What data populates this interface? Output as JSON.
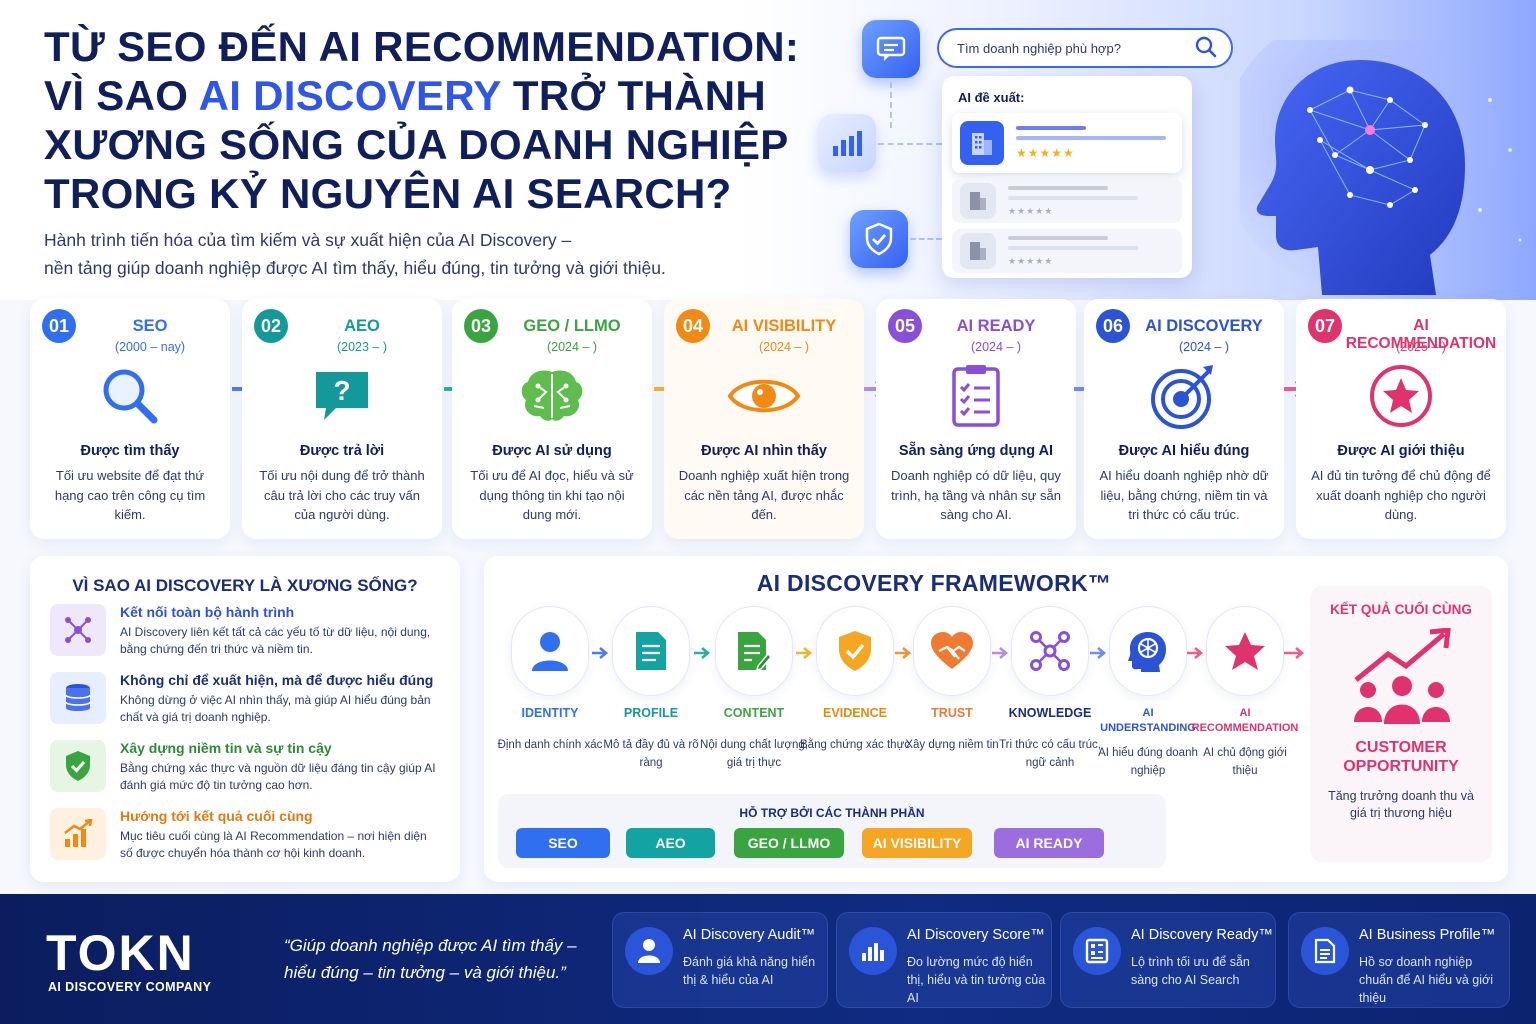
{
  "header": {
    "title_line1": "TỪ SEO ĐẾN AI RECOMMENDATION:",
    "title_line2_pre": "VÌ SAO ",
    "title_line2_highlight": "AI DISCOVERY",
    "title_line2_post": " TRỞ THÀNH",
    "title_line3": "XƯƠNG SỐNG CỦA DOANH NGHIỆP",
    "title_line4": "TRONG KỶ NGUYÊN AI SEARCH?",
    "subtitle_line1": "Hành trình tiến hóa của tìm kiếm và sự xuất hiện của AI Discovery –",
    "subtitle_line2": "nền tảng giúp doanh nghiệp được AI tìm thấy, hiểu đúng, tin tưởng và giới thiệu."
  },
  "hero": {
    "search_placeholder": "Tìm doanh nghiệp phù hợp?",
    "rec_label": "AI đề xuất:",
    "top_stars": "★★★★★",
    "dim_stars": "★★★★★"
  },
  "colors": {
    "seo": "#2f6ff0",
    "aeo": "#14999a",
    "geo": "#3aa540",
    "vis": "#f08a14",
    "ready": "#8a4fd8",
    "disc": "#2c52d6",
    "rec": "#e0336d",
    "navy": "#0f1f5c"
  },
  "steps": [
    {
      "num": "01",
      "name": "SEO",
      "years": "(2000 – nay)",
      "icon": "search-icon",
      "headline": "Được tìm thấy",
      "desc": "Tối ưu website để đạt thứ hạng cao trên công cụ tìm kiếm."
    },
    {
      "num": "02",
      "name": "AEO",
      "years": "(2023 – )",
      "icon": "question-chat-icon",
      "headline": "Được trả lời",
      "desc": "Tối ưu nội dung để trở thành câu trả lời cho các truy vấn của người dùng."
    },
    {
      "num": "03",
      "name": "GEO / LLMO",
      "years": "(2024 – )",
      "icon": "brain-icon",
      "headline": "Được AI sử dụng",
      "desc": "Tối ưu để AI đọc, hiểu và sử dụng thông tin khi tạo nội dung mới."
    },
    {
      "num": "04",
      "name": "AI VISIBILITY",
      "years": "(2024 – )",
      "icon": "eye-icon",
      "headline": "Được AI nhìn thấy",
      "desc": "Doanh nghiệp xuất hiện trong các nền tảng AI, được nhắc đến."
    },
    {
      "num": "05",
      "name": "AI READY",
      "years": "(2024 – )",
      "icon": "checklist-icon",
      "headline": "Sẵn sàng ứng dụng AI",
      "desc": "Doanh nghiệp có dữ liệu, quy trình, hạ tầng và nhân sự sẵn sàng cho AI."
    },
    {
      "num": "06",
      "name": "AI DISCOVERY",
      "years": "(2024 – )",
      "icon": "target-icon",
      "headline": "Được AI hiểu đúng",
      "desc": "AI hiểu doanh nghiệp nhờ dữ liệu, bằng chứng, niềm tin và tri thức có cấu trúc."
    },
    {
      "num": "07",
      "name": "AI RECOMMENDATION",
      "years": "(2025 – )",
      "icon": "star-badge-icon",
      "headline": "Được AI giới thiệu",
      "desc": "AI đủ tin tưởng để chủ động để xuất doanh nghiệp cho người dùng."
    }
  ],
  "why": {
    "title": "VÌ SAO AI DISCOVERY LÀ XƯƠNG SỐNG?",
    "items": [
      {
        "title": "Kết nối toàn bộ hành trình",
        "desc": "AI Discovery liên kết tất cả các yếu tố từ dữ liệu, nội dung, bằng chứng đến tri thức và niềm tin.",
        "icon": "network-icon"
      },
      {
        "title": "Không chỉ để xuất hiện, mà để được hiểu đúng",
        "desc": "Không dừng ở việc AI nhìn thấy, mà giúp AI hiểu đúng bản chất và giá trị doanh nghiệp.",
        "icon": "database-icon"
      },
      {
        "title": "Xây dựng niềm tin và sự tin cậy",
        "desc": "Bằng chứng xác thực và nguồn dữ liệu đáng tin cậy giúp AI đánh giá mức độ tin tưởng cao hơn.",
        "icon": "shield-check-icon"
      },
      {
        "title": "Hướng tới kết quả cuối cùng",
        "desc": "Mục tiêu cuối cùng là AI Recommendation – nơi hiện diện số được chuyển hóa thành cơ hội kinh doanh.",
        "icon": "growth-chart-icon"
      }
    ]
  },
  "framework": {
    "title": "AI DISCOVERY FRAMEWORK™",
    "nodes": [
      {
        "label": "IDENTITY",
        "desc": "Định danh chính xác",
        "icon": "person-icon"
      },
      {
        "label": "PROFILE",
        "desc": "Mô tả đầy đủ và rõ ràng",
        "icon": "document-icon"
      },
      {
        "label": "CONTENT",
        "desc": "Nội dung chất lượng, giá trị thực",
        "icon": "edit-document-icon"
      },
      {
        "label": "EVIDENCE",
        "desc": "Bằng chứng xác thực",
        "icon": "shield-icon"
      },
      {
        "label": "TRUST",
        "desc": "Xây dựng niềm tin",
        "icon": "handshake-heart-icon"
      },
      {
        "label": "KNOWLEDGE",
        "desc": "Tri thức có cấu trúc, ngữ cảnh",
        "icon": "graph-icon"
      },
      {
        "label_1": "AI",
        "label_2": "UNDERSTANDING",
        "desc": "AI hiểu đúng doanh nghiệp",
        "icon": "ai-head-icon"
      },
      {
        "label_1": "AI",
        "label_2": "RECOMMENDATION",
        "desc": "AI chủ động giới thiệu",
        "icon": "star-icon"
      }
    ],
    "support_title": "HỖ TRỢ BỞI CÁC THÀNH PHẦN",
    "support_pills": [
      "SEO",
      "AEO",
      "GEO / LLMO",
      "AI VISIBILITY",
      "AI READY"
    ],
    "result_title": "KẾT QUẢ CUỐI CÙNG",
    "result_head_1": "CUSTOMER",
    "result_head_2": "OPPORTUNITY",
    "result_desc": "Tăng trưởng doanh thu và giá trị thương hiệu"
  },
  "footer": {
    "logo": "TOKN",
    "logo_sub": "AI DISCOVERY COMPANY",
    "quote_1": "“Giúp doanh nghiệp được AI tìm thấy –",
    "quote_2": "hiểu đúng – tin tưởng – và giới thiệu.”",
    "services": [
      {
        "name": "AI Discovery Audit™",
        "desc": "Đánh giá khả năng hiển thị & hiểu của AI",
        "icon": "user-audit-icon"
      },
      {
        "name": "AI Discovery Score™",
        "desc": "Đo lường mức độ hiển thị, hiểu và tin tưởng của AI",
        "icon": "bar-chart-icon"
      },
      {
        "name": "AI Discovery Ready™",
        "desc": "Lộ trình tối ưu để sẵn sàng cho AI Search",
        "icon": "roadmap-icon"
      },
      {
        "name": "AI Business Profile™",
        "desc": "Hồ sơ doanh nghiệp chuẩn để AI hiểu và giới thiệu",
        "icon": "profile-doc-icon"
      }
    ]
  }
}
